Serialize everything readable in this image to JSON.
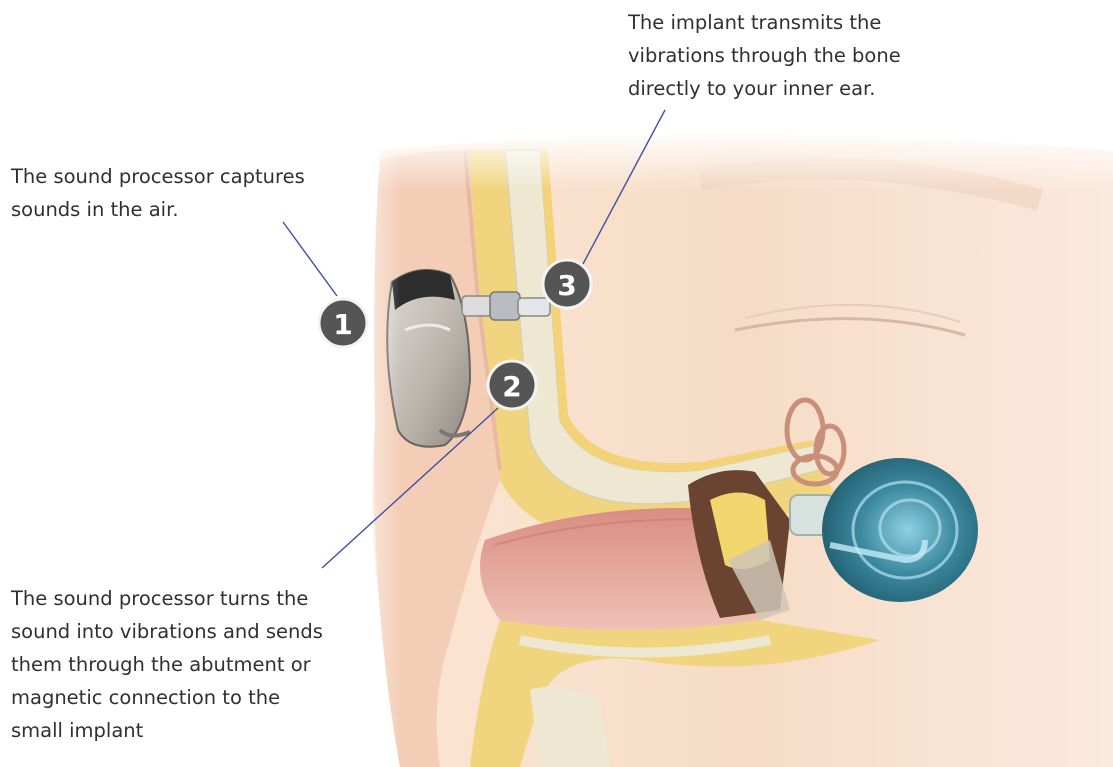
{
  "captions": {
    "step_3": [
      "The implant transmits the",
      "vibrations through the bone",
      "directly to your inner ear."
    ],
    "step_1": [
      "The sound processor captures",
      "sounds in the air."
    ],
    "step_2": [
      "The sound processor turns the",
      "sound into vibrations and sends",
      "them through the abutment or",
      "magnetic connection to the",
      "small implant"
    ]
  },
  "markers": {
    "one": "1",
    "two": "2",
    "three": "3"
  },
  "colors": {
    "skin": "#f6dcc6",
    "bone": "#ede7cf",
    "fat_tissue": "#f1d586",
    "canal": "#e7a99f",
    "cochlea": "#3c7f95",
    "marker": "#555555",
    "leader_line": "#3f4fa3"
  }
}
